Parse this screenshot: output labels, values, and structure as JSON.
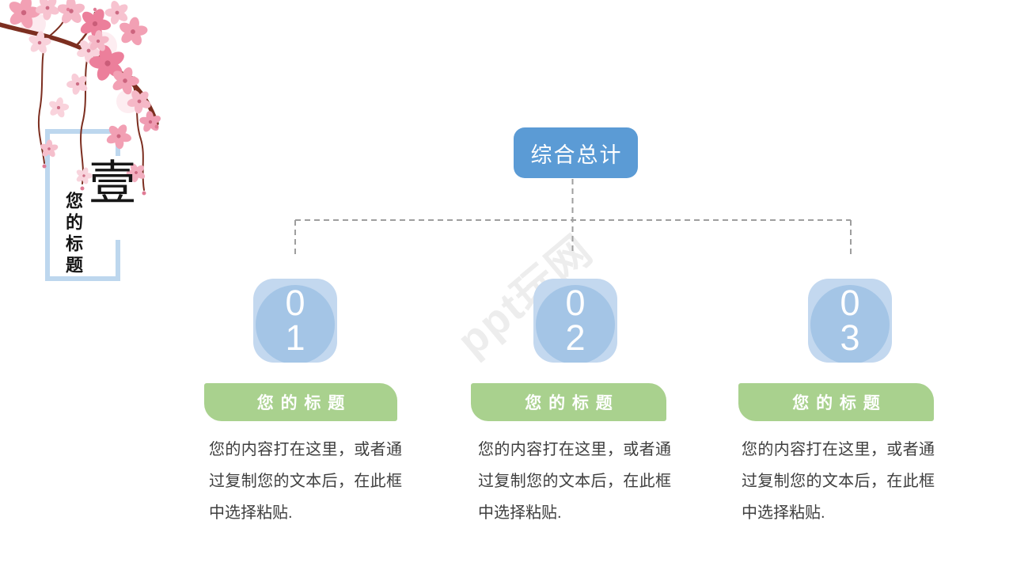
{
  "section_sidebar": {
    "chapter_char": "壹",
    "chapter_title": "您的标题"
  },
  "org_chart": {
    "root_label": "综合总计"
  },
  "columns": [
    {
      "digit_top": "0",
      "digit_bottom": "1",
      "title": "您的标题",
      "body": "您的内容打在这里，或者通过复制您的文本后，在此框中选择粘贴."
    },
    {
      "digit_top": "0",
      "digit_bottom": "2",
      "title": "您的标题",
      "body": "您的内容打在这里，或者通过复制您的文本后，在此框中选择粘贴."
    },
    {
      "digit_top": "0",
      "digit_bottom": "3",
      "title": "您的标题",
      "body": "您的内容打在这里，或者通过复制您的文本后，在此框中选择粘贴."
    }
  ],
  "watermark": "ppt玩网",
  "icons": {
    "decoration": "cherry-blossom-branch"
  },
  "colors": {
    "accent_blue": "#5b9bd5",
    "node_square": "#c3d8ef",
    "node_circle": "#a4c5e6",
    "green_bar": "#a9d18e",
    "frame_blue": "#bdd7ee",
    "connector_gray": "#9e9e9e",
    "body_text": "#3e3e3e"
  }
}
